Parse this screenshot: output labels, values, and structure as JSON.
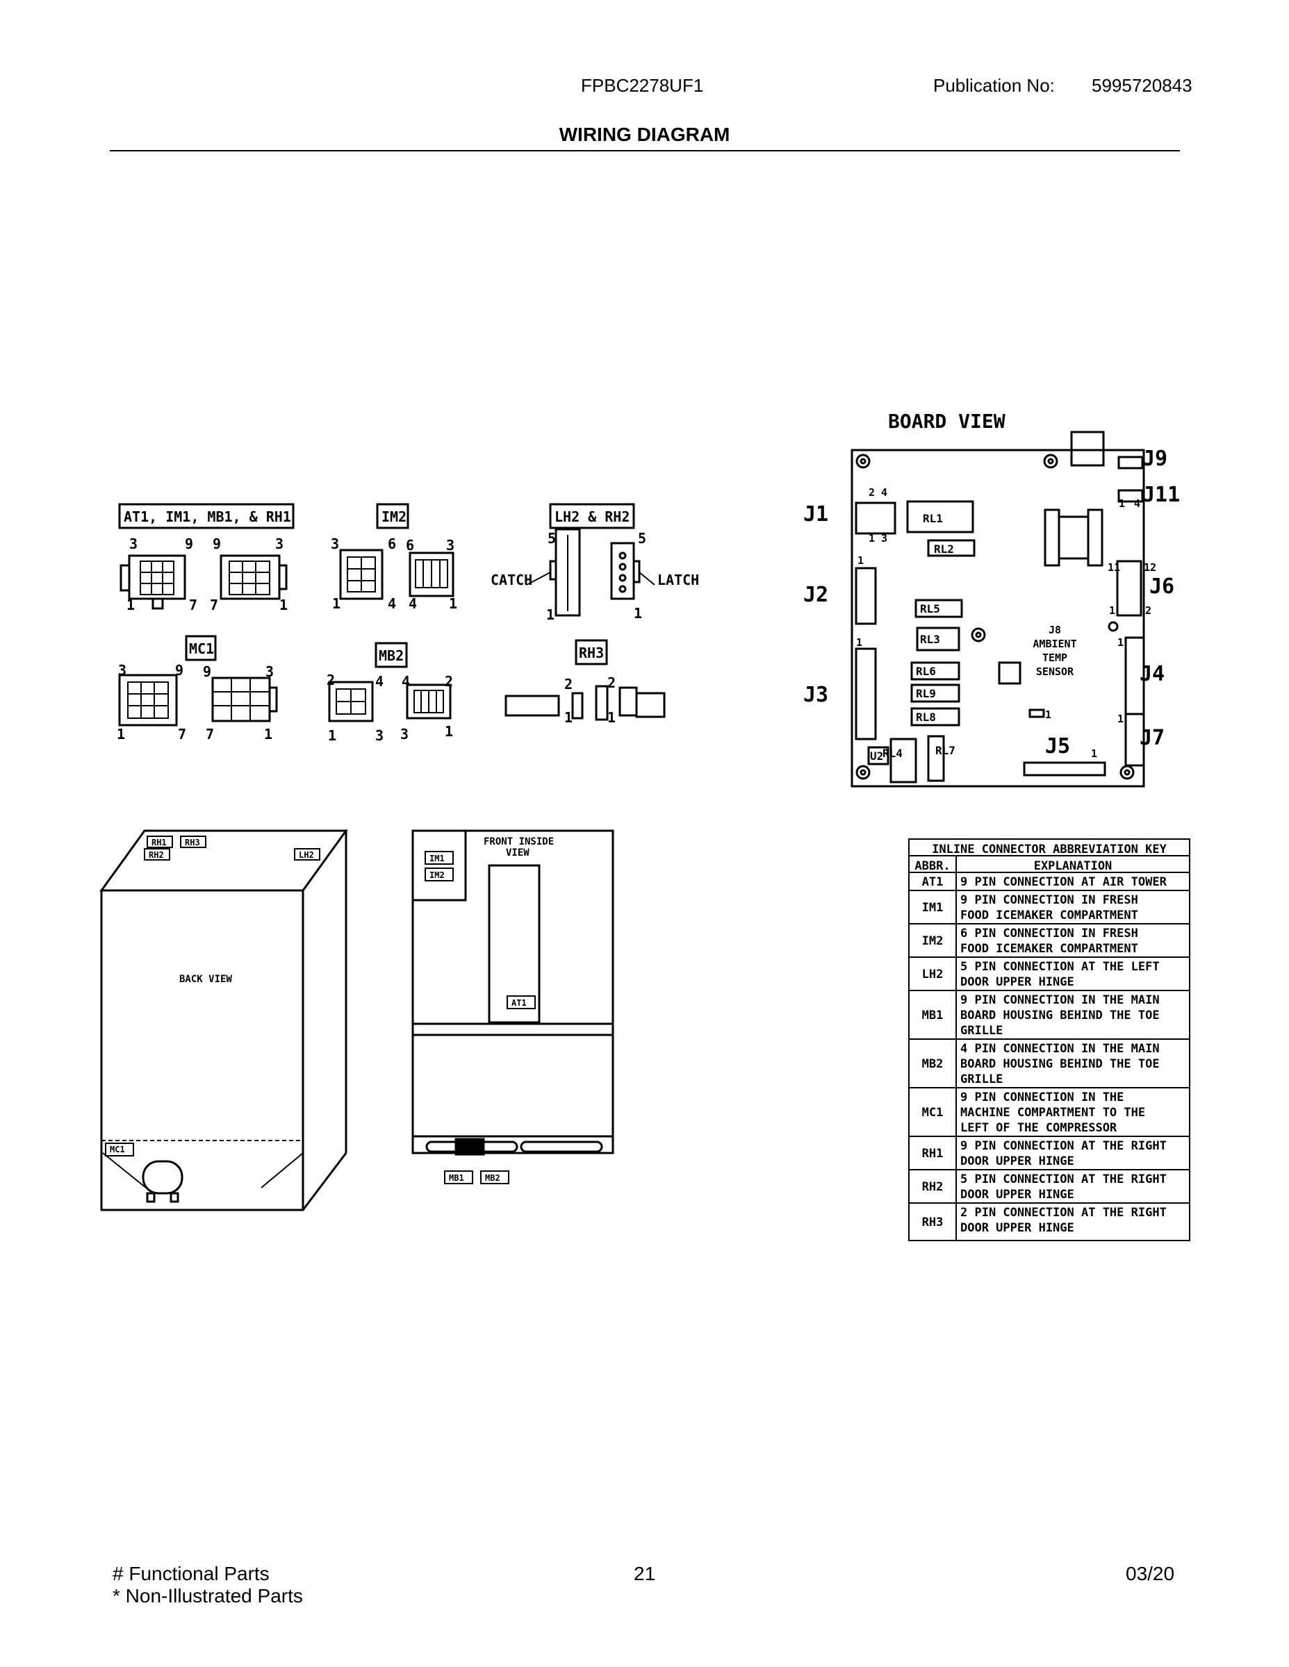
{
  "header": {
    "model": "FPBC2278UF1",
    "publication_label": "Publication No:",
    "publication_number": "5995720843",
    "title": "WIRING DIAGRAM"
  },
  "connectors": {
    "at1_group_label": "AT1, IM1, MB1, & RH1",
    "im2_label": "IM2",
    "lh2_rh2_label": "LH2 & RH2",
    "mc1_label": "MC1",
    "mb2_label": "MB2",
    "rh3_label": "RH3",
    "catch_label": "CATCH",
    "latch_label": "LATCH",
    "pins": {
      "p1": "1",
      "p2": "2",
      "p3": "3",
      "p4": "4",
      "p5": "5",
      "p6": "6",
      "p7": "7",
      "p9": "9",
      "p11": "11",
      "p12": "12"
    }
  },
  "board": {
    "title": "BOARD VIEW",
    "jacks": [
      "J1",
      "J2",
      "J3",
      "J4",
      "J5",
      "J6",
      "J7",
      "J9",
      "J11"
    ],
    "relays": [
      "RL1",
      "RL2",
      "RL3",
      "RL4",
      "RL5",
      "RL6",
      "RL7",
      "RL8",
      "RL9"
    ],
    "u2": "U2",
    "sensor_lines": [
      "J8",
      "AMBIENT",
      "TEMP",
      "SENSOR"
    ]
  },
  "views": {
    "back_view": "BACK VIEW",
    "front_view_line1": "FRONT INSIDE",
    "front_view_line2": "VIEW",
    "labels": {
      "rh1": "RH1",
      "rh2": "RH2",
      "rh3": "RH3",
      "lh2": "LH2",
      "mc1": "MC1",
      "im1": "IM1",
      "im2": "IM2",
      "at1": "AT1",
      "mb1": "MB1",
      "mb2": "MB2"
    }
  },
  "key_table": {
    "title": "INLINE CONNECTOR ABBREVIATION KEY",
    "headers": [
      "ABBR.",
      "EXPLANATION"
    ],
    "rows": [
      {
        "abbr": "AT1",
        "lines": [
          "9 PIN CONNECTION AT AIR TOWER"
        ]
      },
      {
        "abbr": "IM1",
        "lines": [
          "9 PIN CONNECTION IN FRESH",
          "FOOD ICEMAKER COMPARTMENT"
        ]
      },
      {
        "abbr": "IM2",
        "lines": [
          "6 PIN CONNECTION IN FRESH",
          "FOOD ICEMAKER COMPARTMENT"
        ]
      },
      {
        "abbr": "LH2",
        "lines": [
          "5 PIN CONNECTION AT THE LEFT",
          "DOOR UPPER HINGE"
        ]
      },
      {
        "abbr": "MB1",
        "lines": [
          "9 PIN CONNECTION IN THE MAIN",
          "BOARD HOUSING BEHIND THE TOE",
          "GRILLE"
        ]
      },
      {
        "abbr": "MB2",
        "lines": [
          "4 PIN CONNECTION IN THE MAIN",
          "BOARD HOUSING BEHIND THE TOE",
          "GRILLE"
        ]
      },
      {
        "abbr": "MC1",
        "lines": [
          "9 PIN CONNECTION IN THE",
          "MACHINE COMPARTMENT TO THE",
          "LEFT OF THE COMPRESSOR"
        ]
      },
      {
        "abbr": "RH1",
        "lines": [
          "9 PIN CONNECTION AT THE RIGHT",
          "DOOR UPPER HINGE"
        ]
      },
      {
        "abbr": "RH2",
        "lines": [
          "5 PIN CONNECTION AT THE RIGHT",
          "DOOR UPPER HINGE"
        ]
      },
      {
        "abbr": "RH3",
        "lines": [
          "2 PIN CONNECTION AT THE RIGHT",
          "DOOR UPPER HINGE"
        ]
      }
    ]
  },
  "footer": {
    "functional": "# Functional Parts",
    "non_illustrated": "* Non-Illustrated Parts",
    "page": "21",
    "date": "03/20"
  }
}
